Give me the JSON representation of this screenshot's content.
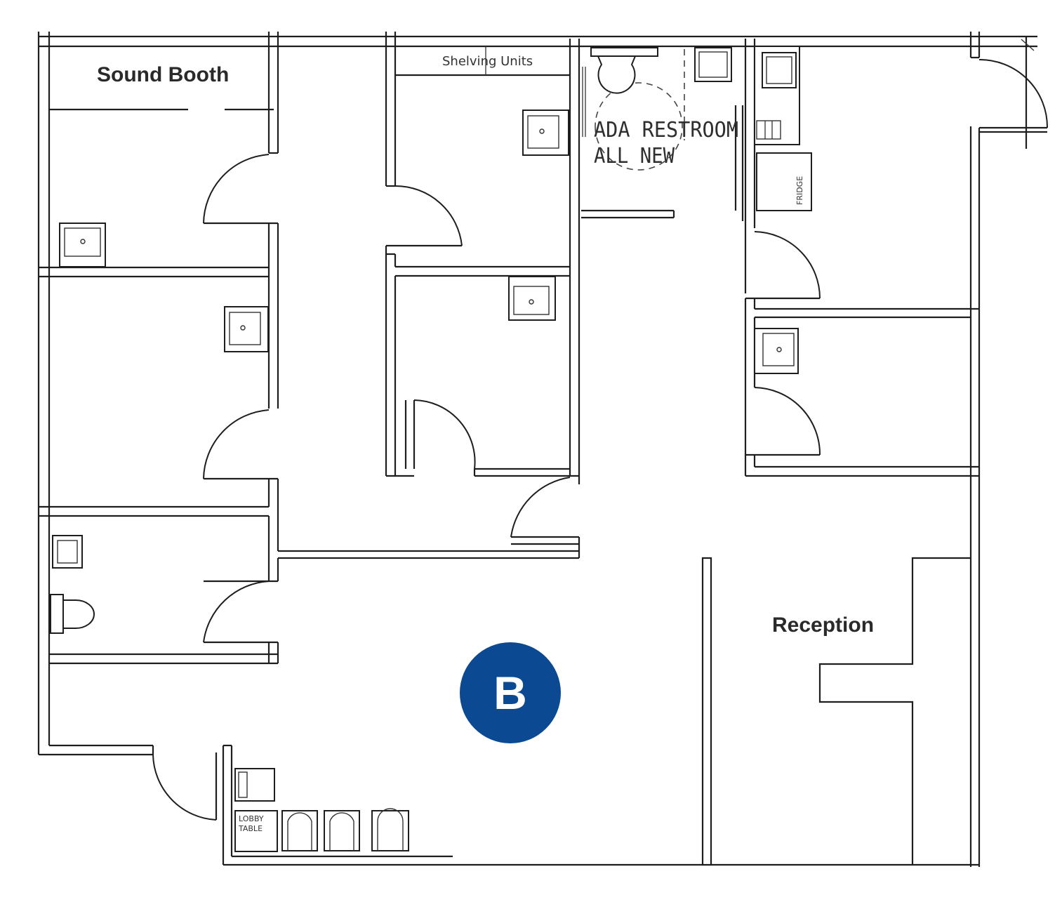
{
  "plan": {
    "rooms": {
      "sound_booth": "Sound Booth",
      "shelving_units": "Shelving Units",
      "ada_restroom_line1": "ADA RESTROOM",
      "ada_restroom_line2": "ALL NEW",
      "fridge": "FRIDGE",
      "reception": "Reception",
      "lobby_table_line1": "LOBBY",
      "lobby_table_line2": "TABLE"
    },
    "badge": {
      "letter": "B",
      "color": "#0b4a93"
    }
  }
}
